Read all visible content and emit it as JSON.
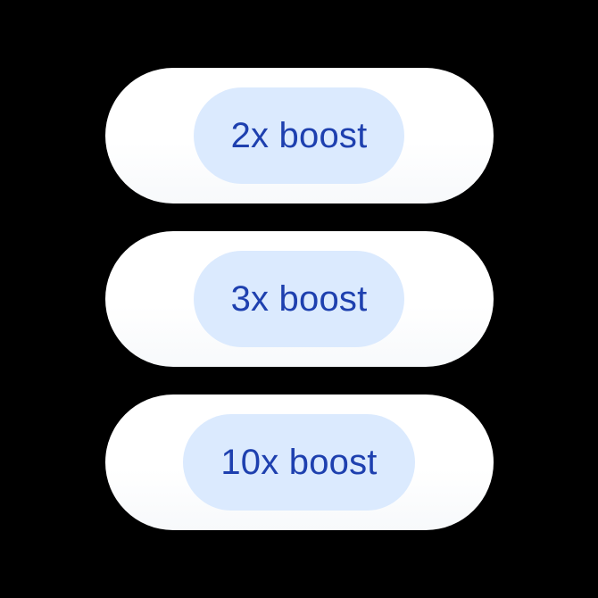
{
  "colors": {
    "background": "#000000",
    "button_background": "#ffffff",
    "badge_background": "#dbeafe",
    "label_text": "#1e40af"
  },
  "buttons": [
    {
      "label": "2x boost"
    },
    {
      "label": "3x boost"
    },
    {
      "label": "10x boost"
    }
  ]
}
